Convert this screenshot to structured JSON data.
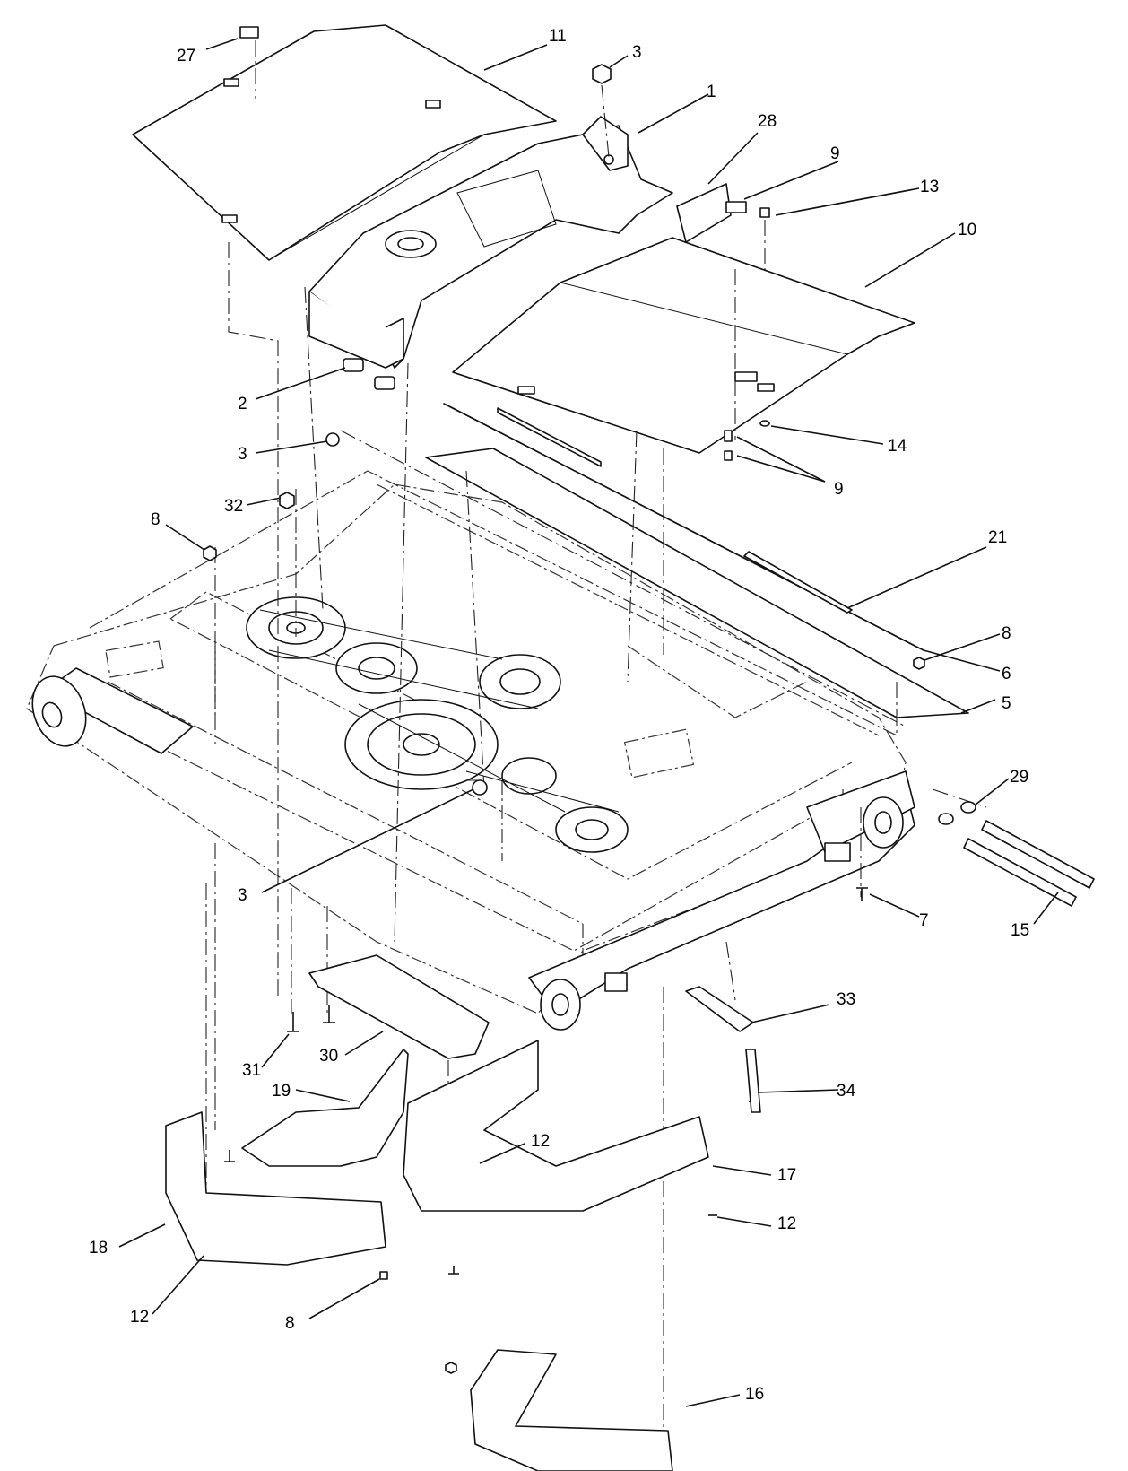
{
  "callouts": [
    {
      "id": "c27",
      "text": "27"
    },
    {
      "id": "c11",
      "text": "11"
    },
    {
      "id": "c3a",
      "text": "3"
    },
    {
      "id": "c1",
      "text": "1"
    },
    {
      "id": "c28",
      "text": "28"
    },
    {
      "id": "c9a",
      "text": "9"
    },
    {
      "id": "c13",
      "text": "13"
    },
    {
      "id": "c10",
      "text": "10"
    },
    {
      "id": "c2",
      "text": "2"
    },
    {
      "id": "c3b",
      "text": "3"
    },
    {
      "id": "c14",
      "text": "14"
    },
    {
      "id": "c9b",
      "text": "9"
    },
    {
      "id": "c32",
      "text": "32"
    },
    {
      "id": "c8a",
      "text": "8"
    },
    {
      "id": "c21",
      "text": "21"
    },
    {
      "id": "c8b",
      "text": "8"
    },
    {
      "id": "c6",
      "text": "6"
    },
    {
      "id": "c5",
      "text": "5"
    },
    {
      "id": "c29",
      "text": "29"
    },
    {
      "id": "c3c",
      "text": "3"
    },
    {
      "id": "c7",
      "text": "7"
    },
    {
      "id": "c15",
      "text": "15"
    },
    {
      "id": "c33",
      "text": "33"
    },
    {
      "id": "c31",
      "text": "31"
    },
    {
      "id": "c30",
      "text": "30"
    },
    {
      "id": "c34",
      "text": "34"
    },
    {
      "id": "c19",
      "text": "19"
    },
    {
      "id": "c12a",
      "text": "12"
    },
    {
      "id": "c17",
      "text": "17"
    },
    {
      "id": "c12b",
      "text": "12"
    },
    {
      "id": "c18",
      "text": "18"
    },
    {
      "id": "c12c",
      "text": "12"
    },
    {
      "id": "c8c",
      "text": "8"
    },
    {
      "id": "c16",
      "text": "16"
    }
  ]
}
